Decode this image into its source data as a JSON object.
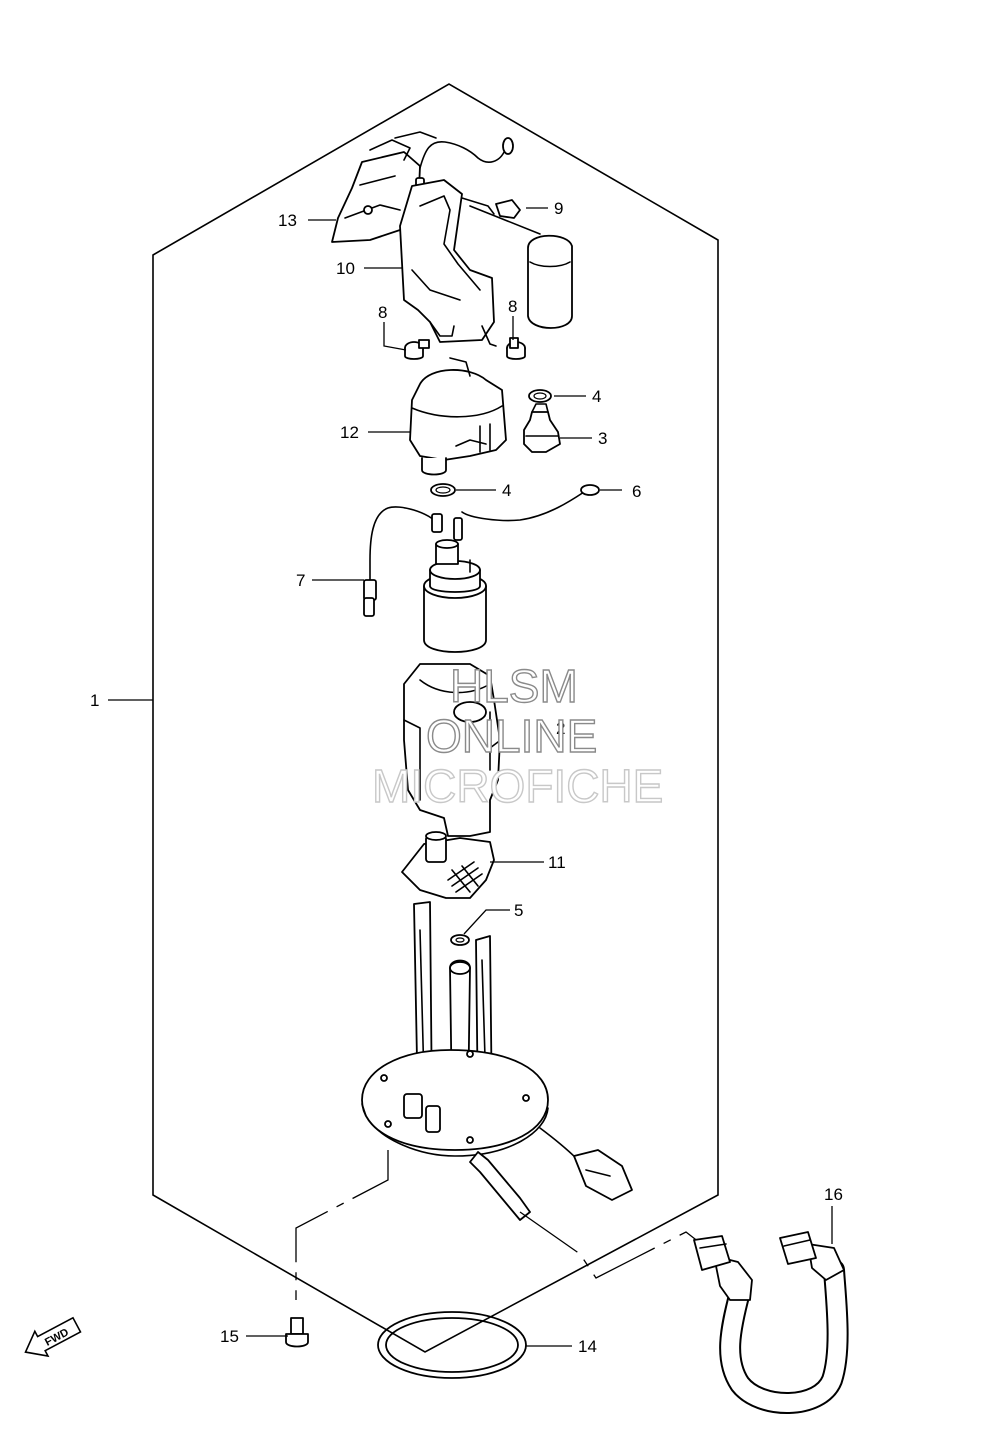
{
  "diagram": {
    "callouts": [
      {
        "id": "1",
        "text": "1"
      },
      {
        "id": "2",
        "text": "2"
      },
      {
        "id": "3",
        "text": "3"
      },
      {
        "id": "4a",
        "text": "4"
      },
      {
        "id": "4b",
        "text": "4"
      },
      {
        "id": "5",
        "text": "5"
      },
      {
        "id": "6",
        "text": "6"
      },
      {
        "id": "7",
        "text": "7"
      },
      {
        "id": "8a",
        "text": "8"
      },
      {
        "id": "8b",
        "text": "8"
      },
      {
        "id": "9",
        "text": "9"
      },
      {
        "id": "10",
        "text": "10"
      },
      {
        "id": "11",
        "text": "11"
      },
      {
        "id": "12",
        "text": "12"
      },
      {
        "id": "13",
        "text": "13"
      },
      {
        "id": "14",
        "text": "14"
      },
      {
        "id": "15",
        "text": "15"
      },
      {
        "id": "16",
        "text": "16"
      }
    ],
    "fwd_label": "FWD"
  },
  "watermark": {
    "line1": "HLSM",
    "line2": "ONLINE",
    "line3": "MICROFICHE"
  }
}
